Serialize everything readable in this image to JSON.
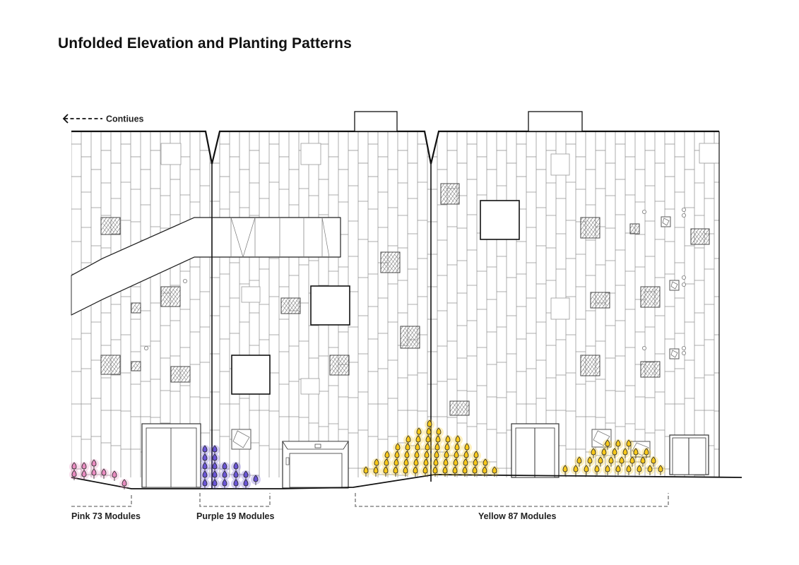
{
  "title": "Unfolded Elevation and Planting Patterns",
  "continues_label": "Contiues",
  "groups": [
    {
      "key": "pink",
      "label": "Pink 73 Modules",
      "color": "#e98bc0",
      "count": 73
    },
    {
      "key": "purple",
      "label": "Purple 19 Modules",
      "color": "#6a55d6",
      "count": 19
    },
    {
      "key": "yellow",
      "label": "Yellow 87 Modules",
      "color": "#f7c81a",
      "count": 87
    }
  ],
  "colors": {
    "line": "#222222",
    "panel": "#8a8a8a",
    "hatch": "#555555"
  }
}
